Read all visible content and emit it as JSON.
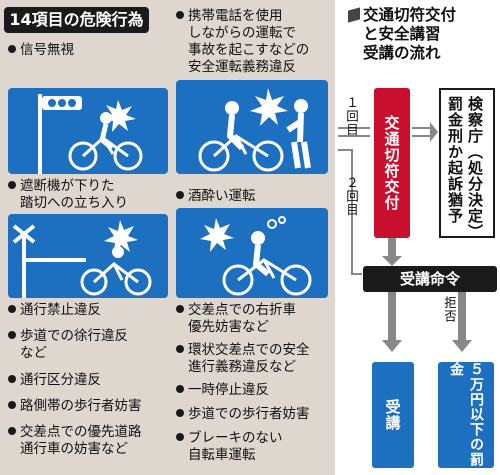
{
  "left_panel": {
    "title": "14項目の危険行為",
    "items_top_left": [
      "信号無視"
    ],
    "items_top_right": [
      "携帯電話を使用",
      "しながらの運転で",
      "事故を起こすなどの",
      "安全運転義務違反"
    ],
    "items_mid_left": [
      "遮断機が下りた",
      "踏切への立ち入り"
    ],
    "items_mid_right": [
      "酒酔い運転"
    ],
    "items_bottom_left": [
      [
        "通行禁止違反"
      ],
      [
        "歩道での徐行違反",
        "など"
      ],
      [
        "通行区分違反"
      ],
      [
        "路側帯の歩行者妨害"
      ],
      [
        "交差点での優先道路",
        "通行車の妨害など"
      ]
    ],
    "items_bottom_right": [
      [
        "交差点での右折車",
        "優先妨害など"
      ],
      [
        "環状交差点での安全",
        "進行義務違反など"
      ],
      [
        "一時停止違反"
      ],
      [
        "歩道での歩行者妨害"
      ],
      [
        "ブレーキのない",
        "自転車運転"
      ]
    ]
  },
  "flow": {
    "title_lines": [
      "交通切符交付",
      "と安全講習",
      "受講の流れ"
    ],
    "first_label": "１回目",
    "second_label": "２回目",
    "red_box": "交通切符交付",
    "prosecutor_line1": "検察庁（処分決定）",
    "prosecutor_line2": "罰金刑か起訴猶予",
    "order": "受講命令",
    "refuse_label": "拒否",
    "attend": "受講",
    "fine": "５万円以下の罰金"
  },
  "colors": {
    "red": "#c8102e",
    "blue": "#1d6fbf",
    "panel": "#ddd7d0",
    "dark": "#1a1a1a"
  }
}
